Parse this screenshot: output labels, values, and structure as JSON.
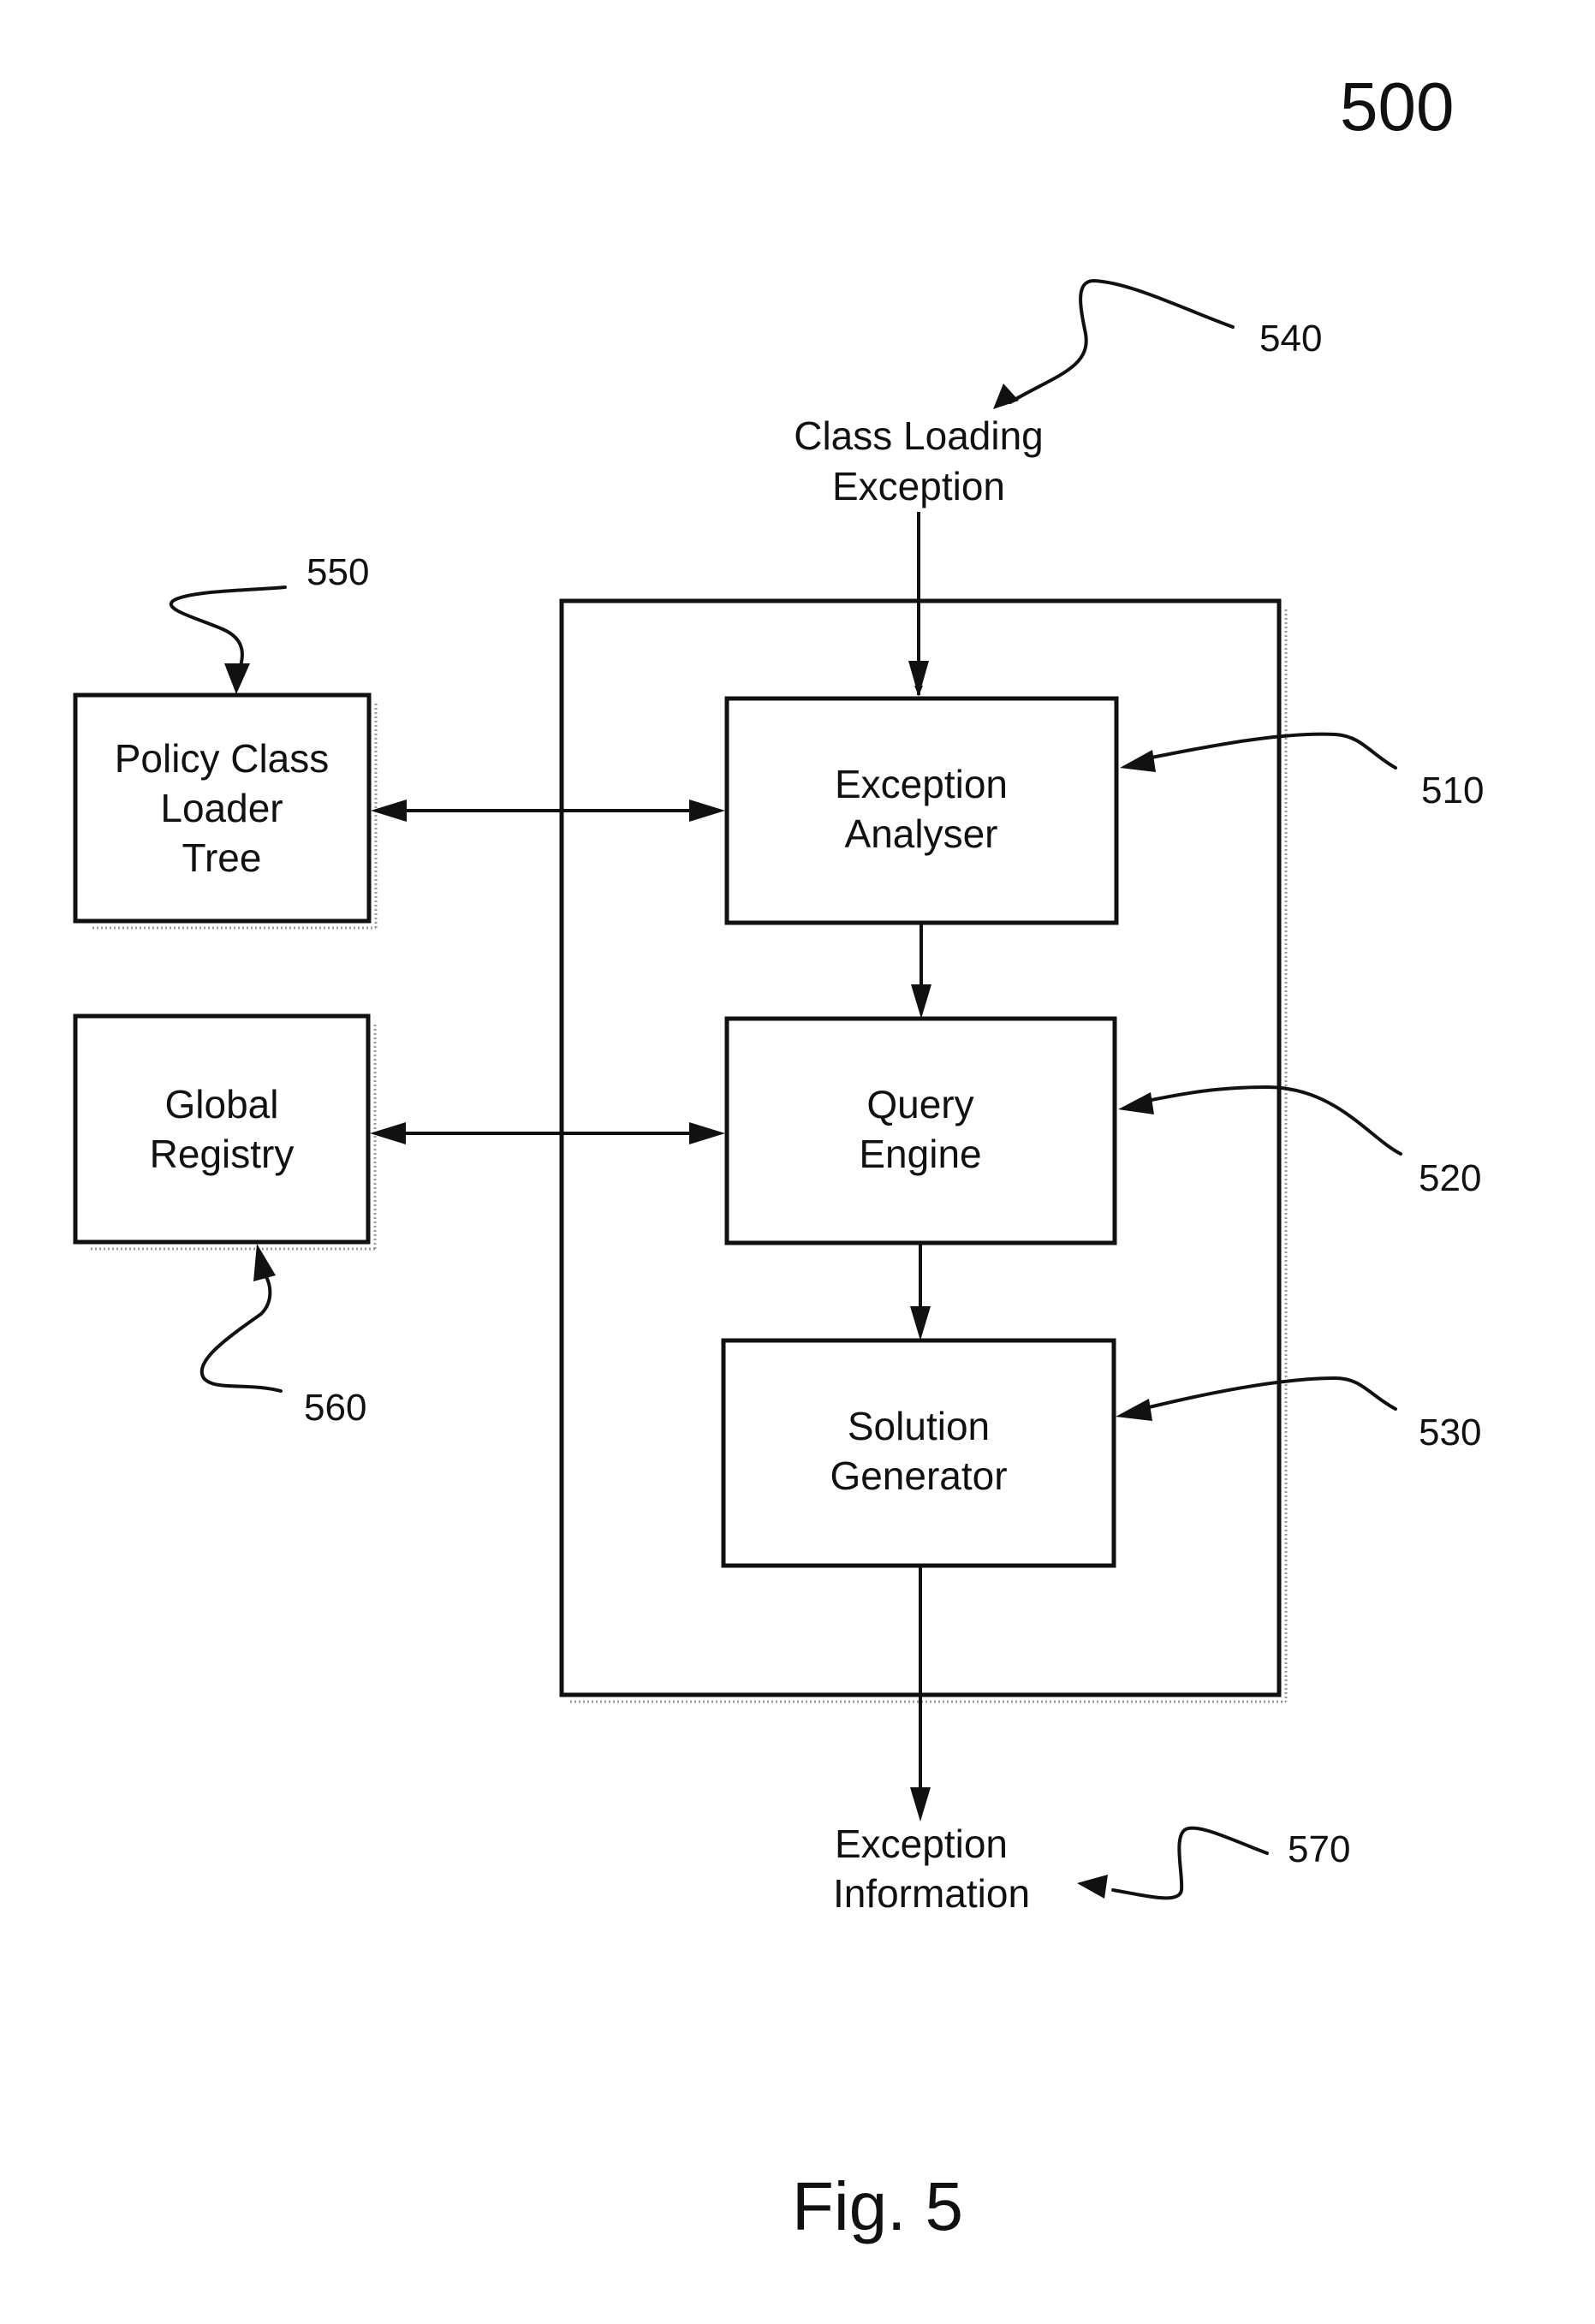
{
  "figure": {
    "number": "500",
    "caption": "Fig. 5"
  },
  "inputs": {
    "class_loading_exception": {
      "lines": [
        "Class Loading",
        "Exception"
      ],
      "ref": "540"
    }
  },
  "outputs": {
    "exception_information": {
      "lines": [
        "Exception",
        "Information"
      ],
      "ref": "570"
    }
  },
  "components": {
    "exception_analyser": {
      "lines": [
        "Exception",
        "Analyser"
      ],
      "ref": "510"
    },
    "query_engine": {
      "lines": [
        "Query",
        "Engine"
      ],
      "ref": "520"
    },
    "solution_generator": {
      "lines": [
        "Solution",
        "Generator"
      ],
      "ref": "530"
    }
  },
  "external": {
    "policy_class_loader_tree": {
      "lines": [
        "Policy Class",
        "Loader",
        "Tree"
      ],
      "ref": "550"
    },
    "global_registry": {
      "lines": [
        "Global",
        "Registry"
      ],
      "ref": "560"
    }
  },
  "connections": [
    {
      "from": "class_loading_exception",
      "to": "exception_analyser",
      "direction": "one-way"
    },
    {
      "from": "exception_analyser",
      "to": "query_engine",
      "direction": "one-way"
    },
    {
      "from": "query_engine",
      "to": "solution_generator",
      "direction": "one-way"
    },
    {
      "from": "solution_generator",
      "to": "exception_information",
      "direction": "one-way"
    },
    {
      "from": "policy_class_loader_tree",
      "to": "exception_analyser",
      "direction": "two-way"
    },
    {
      "from": "global_registry",
      "to": "query_engine",
      "direction": "two-way"
    }
  ]
}
